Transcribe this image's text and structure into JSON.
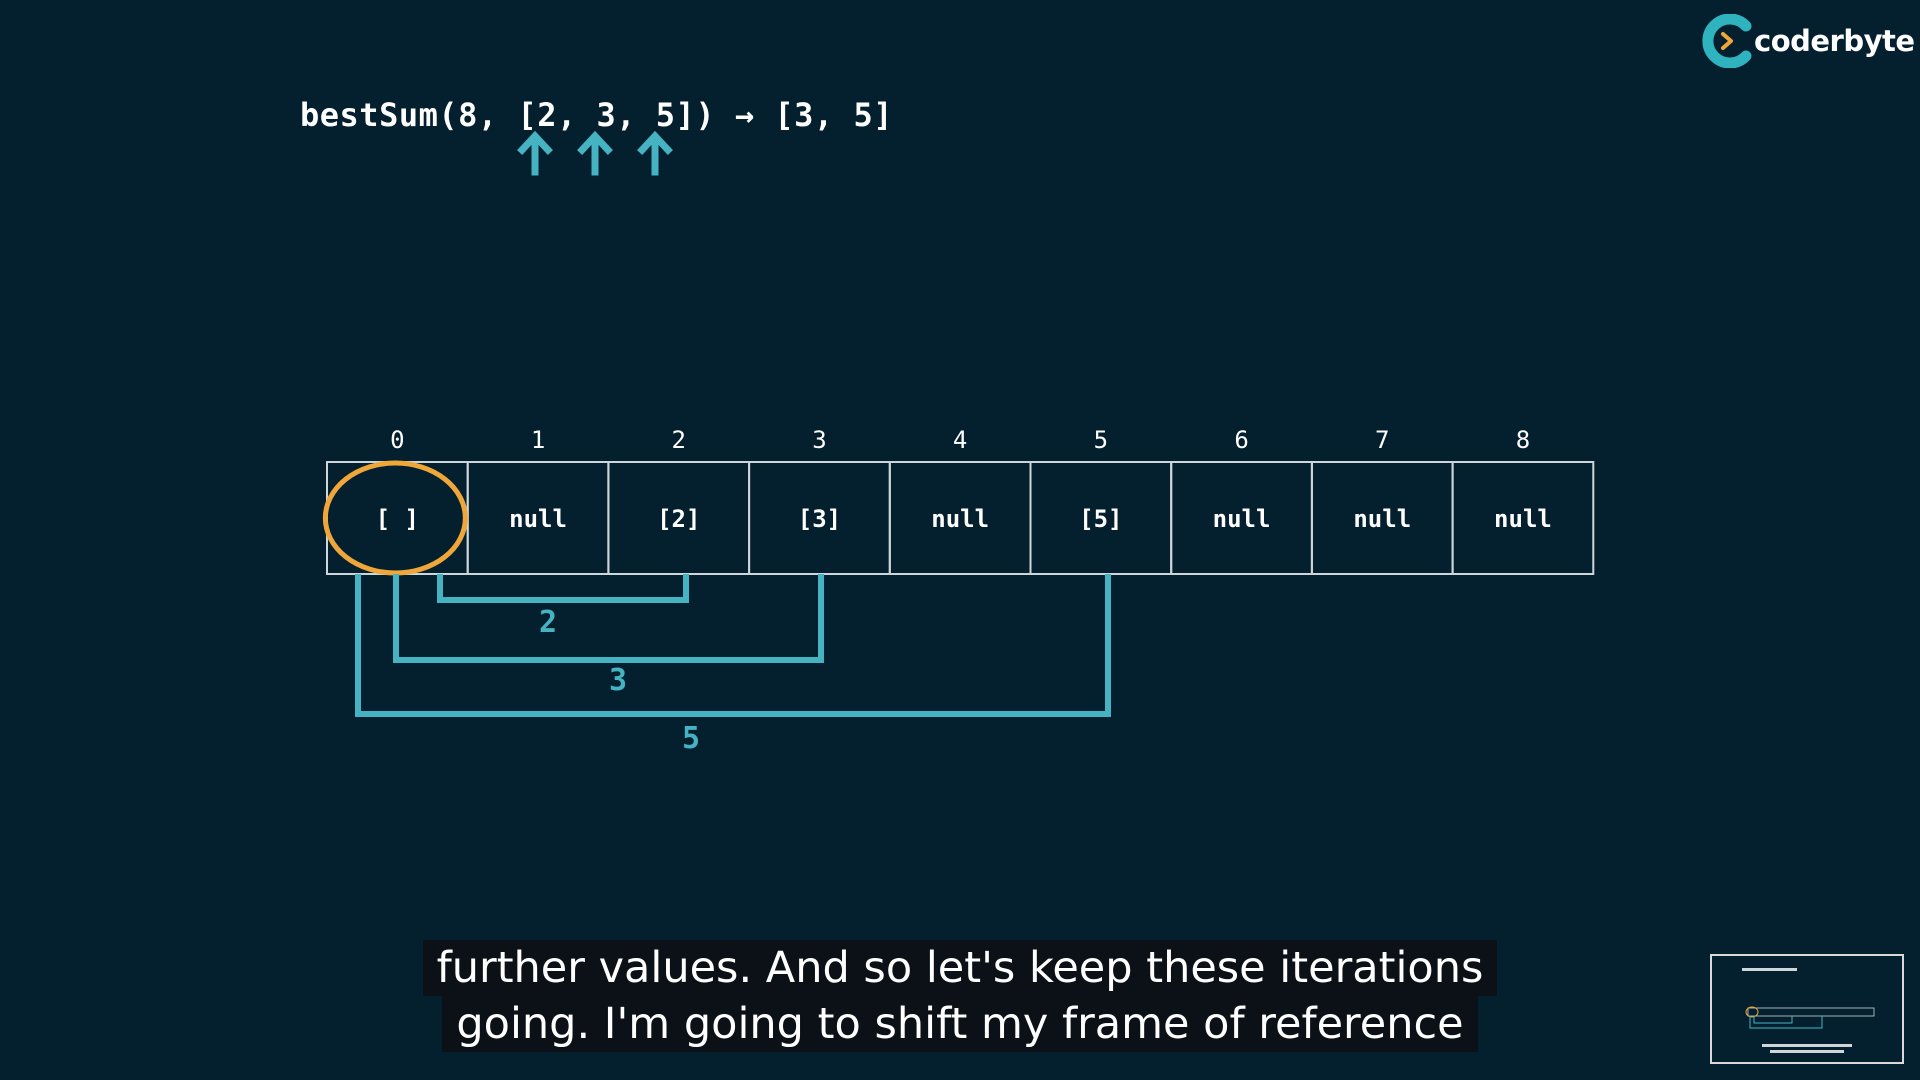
{
  "header": {
    "code": "bestSum(8, [2, 3, 5]) → [3, 5]"
  },
  "logo": {
    "name": "coderbyte"
  },
  "table": {
    "indices": [
      "0",
      "1",
      "2",
      "3",
      "4",
      "5",
      "6",
      "7",
      "8"
    ],
    "cells": [
      "[ ]",
      "null",
      "[2]",
      "[3]",
      "null",
      "[5]",
      "null",
      "null",
      "null"
    ],
    "highlighted_index": 0
  },
  "brackets": [
    {
      "label": "2",
      "from": 0,
      "to": 2
    },
    {
      "label": "3",
      "from": 0,
      "to": 3
    },
    {
      "label": "5",
      "from": 0,
      "to": 5
    }
  ],
  "arrows": {
    "count": 3
  },
  "caption": {
    "line1": "further values. And so let's keep these iterations",
    "line2": "going. I'm going to shift my frame of reference"
  },
  "colors": {
    "background": "#04202f",
    "accent_teal": "#45b3c1",
    "highlight_orange": "#f0a73a",
    "cell_border": "#cfd6da"
  },
  "icons": {
    "logo": "coderbyte-logo-icon",
    "arrow": "arrow-up-icon"
  }
}
